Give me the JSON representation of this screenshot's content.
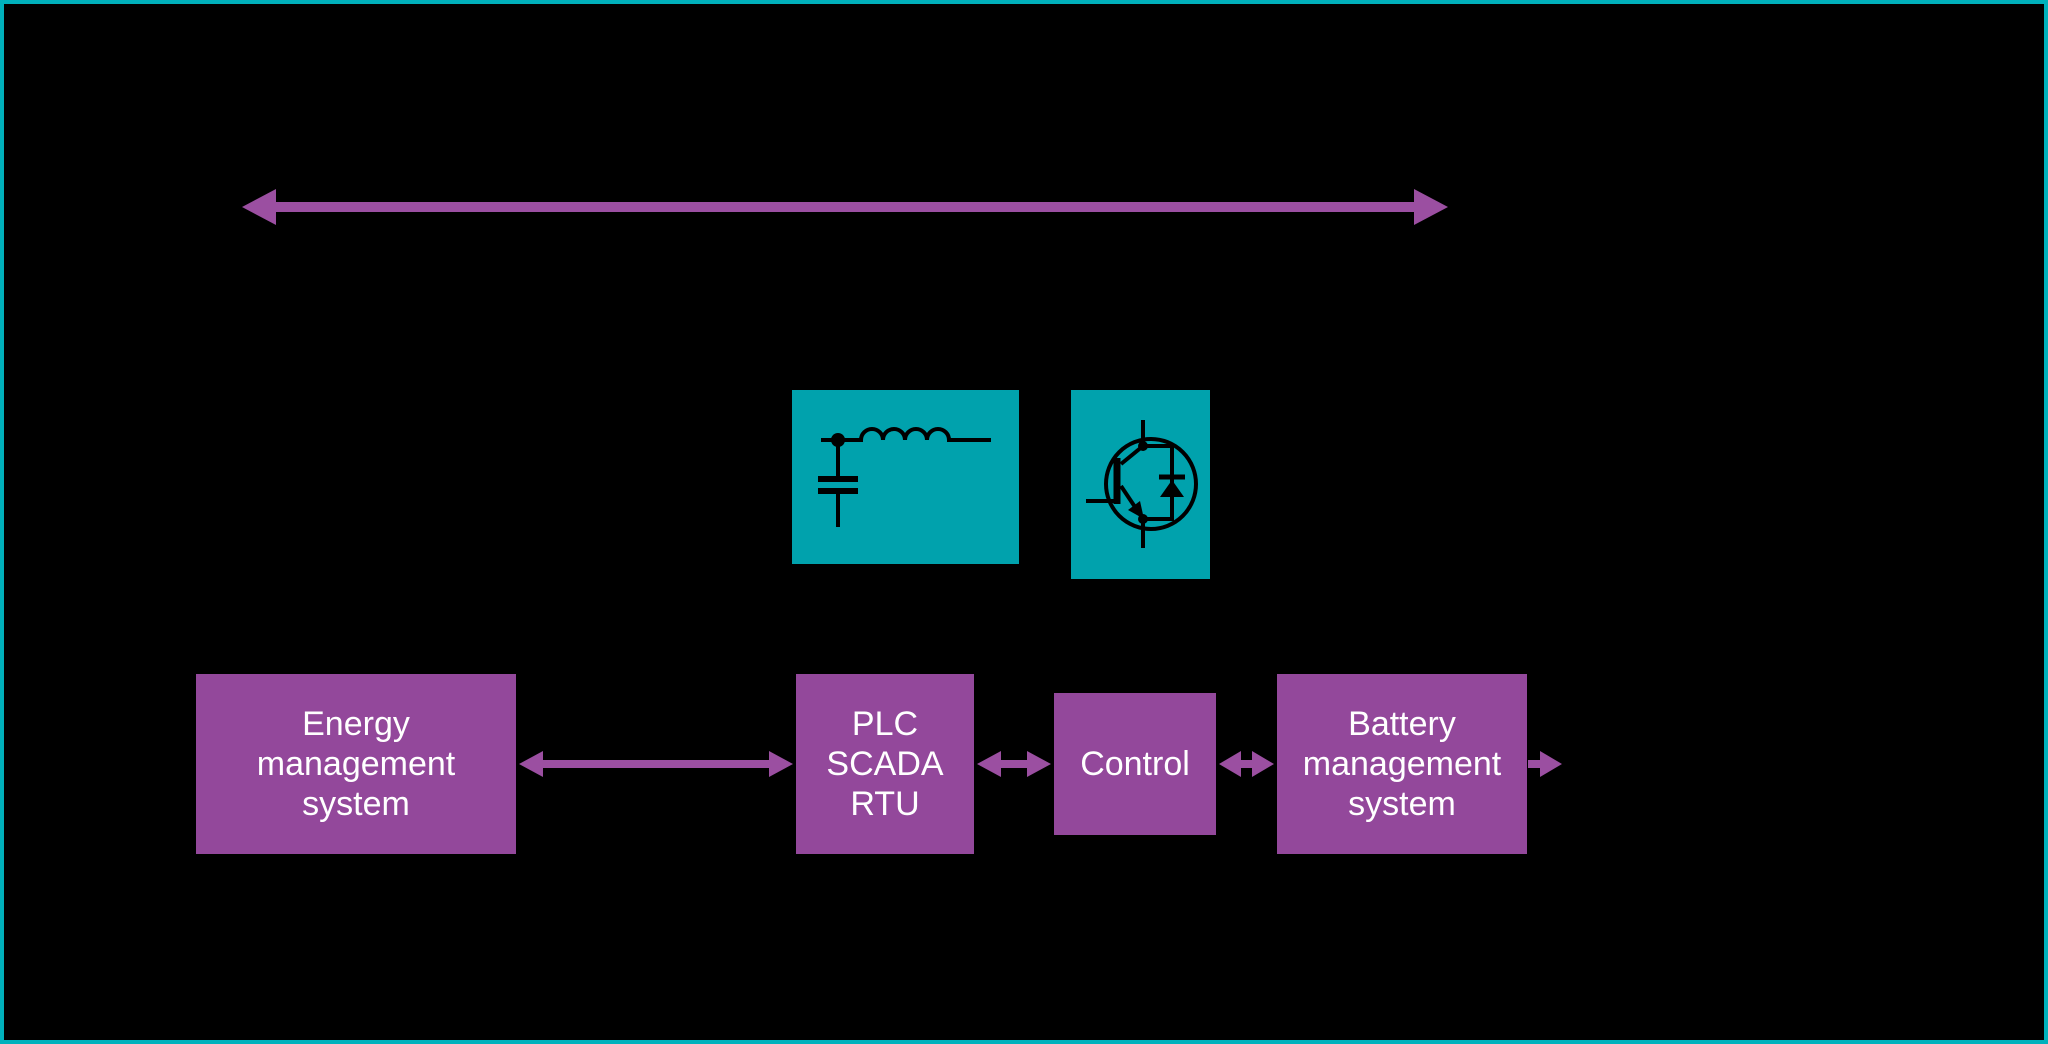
{
  "colors": {
    "background": "#000000",
    "border": "#00b1bc",
    "teal_block": "#00a2ad",
    "purple_block": "#93489b",
    "arrow": "#9b4fa1",
    "text": "#ffffff",
    "symbol_stroke": "#000000"
  },
  "top_arrow": {
    "type": "bidirectional-horizontal-arrow"
  },
  "symbol_blocks": [
    {
      "id": "filter",
      "icon": "lc-filter-icon"
    },
    {
      "id": "converter",
      "icon": "igbt-icon"
    }
  ],
  "nodes": [
    {
      "id": "energy-management-system",
      "label": "Energy\nmanagement\nsystem"
    },
    {
      "id": "plc-scada-rtu",
      "label": "PLC\nSCADA\nRTU"
    },
    {
      "id": "control",
      "label": "Control"
    },
    {
      "id": "battery-management-system",
      "label": "Battery\nmanagement\nsystem"
    }
  ],
  "edges": [
    {
      "from": "energy-management-system",
      "to": "plc-scada-rtu",
      "bidirectional": true
    },
    {
      "from": "plc-scada-rtu",
      "to": "control",
      "bidirectional": true
    },
    {
      "from": "control",
      "to": "battery-management-system",
      "bidirectional": true
    },
    {
      "from": "battery-management-system",
      "to": "right-edge",
      "bidirectional": false
    }
  ]
}
